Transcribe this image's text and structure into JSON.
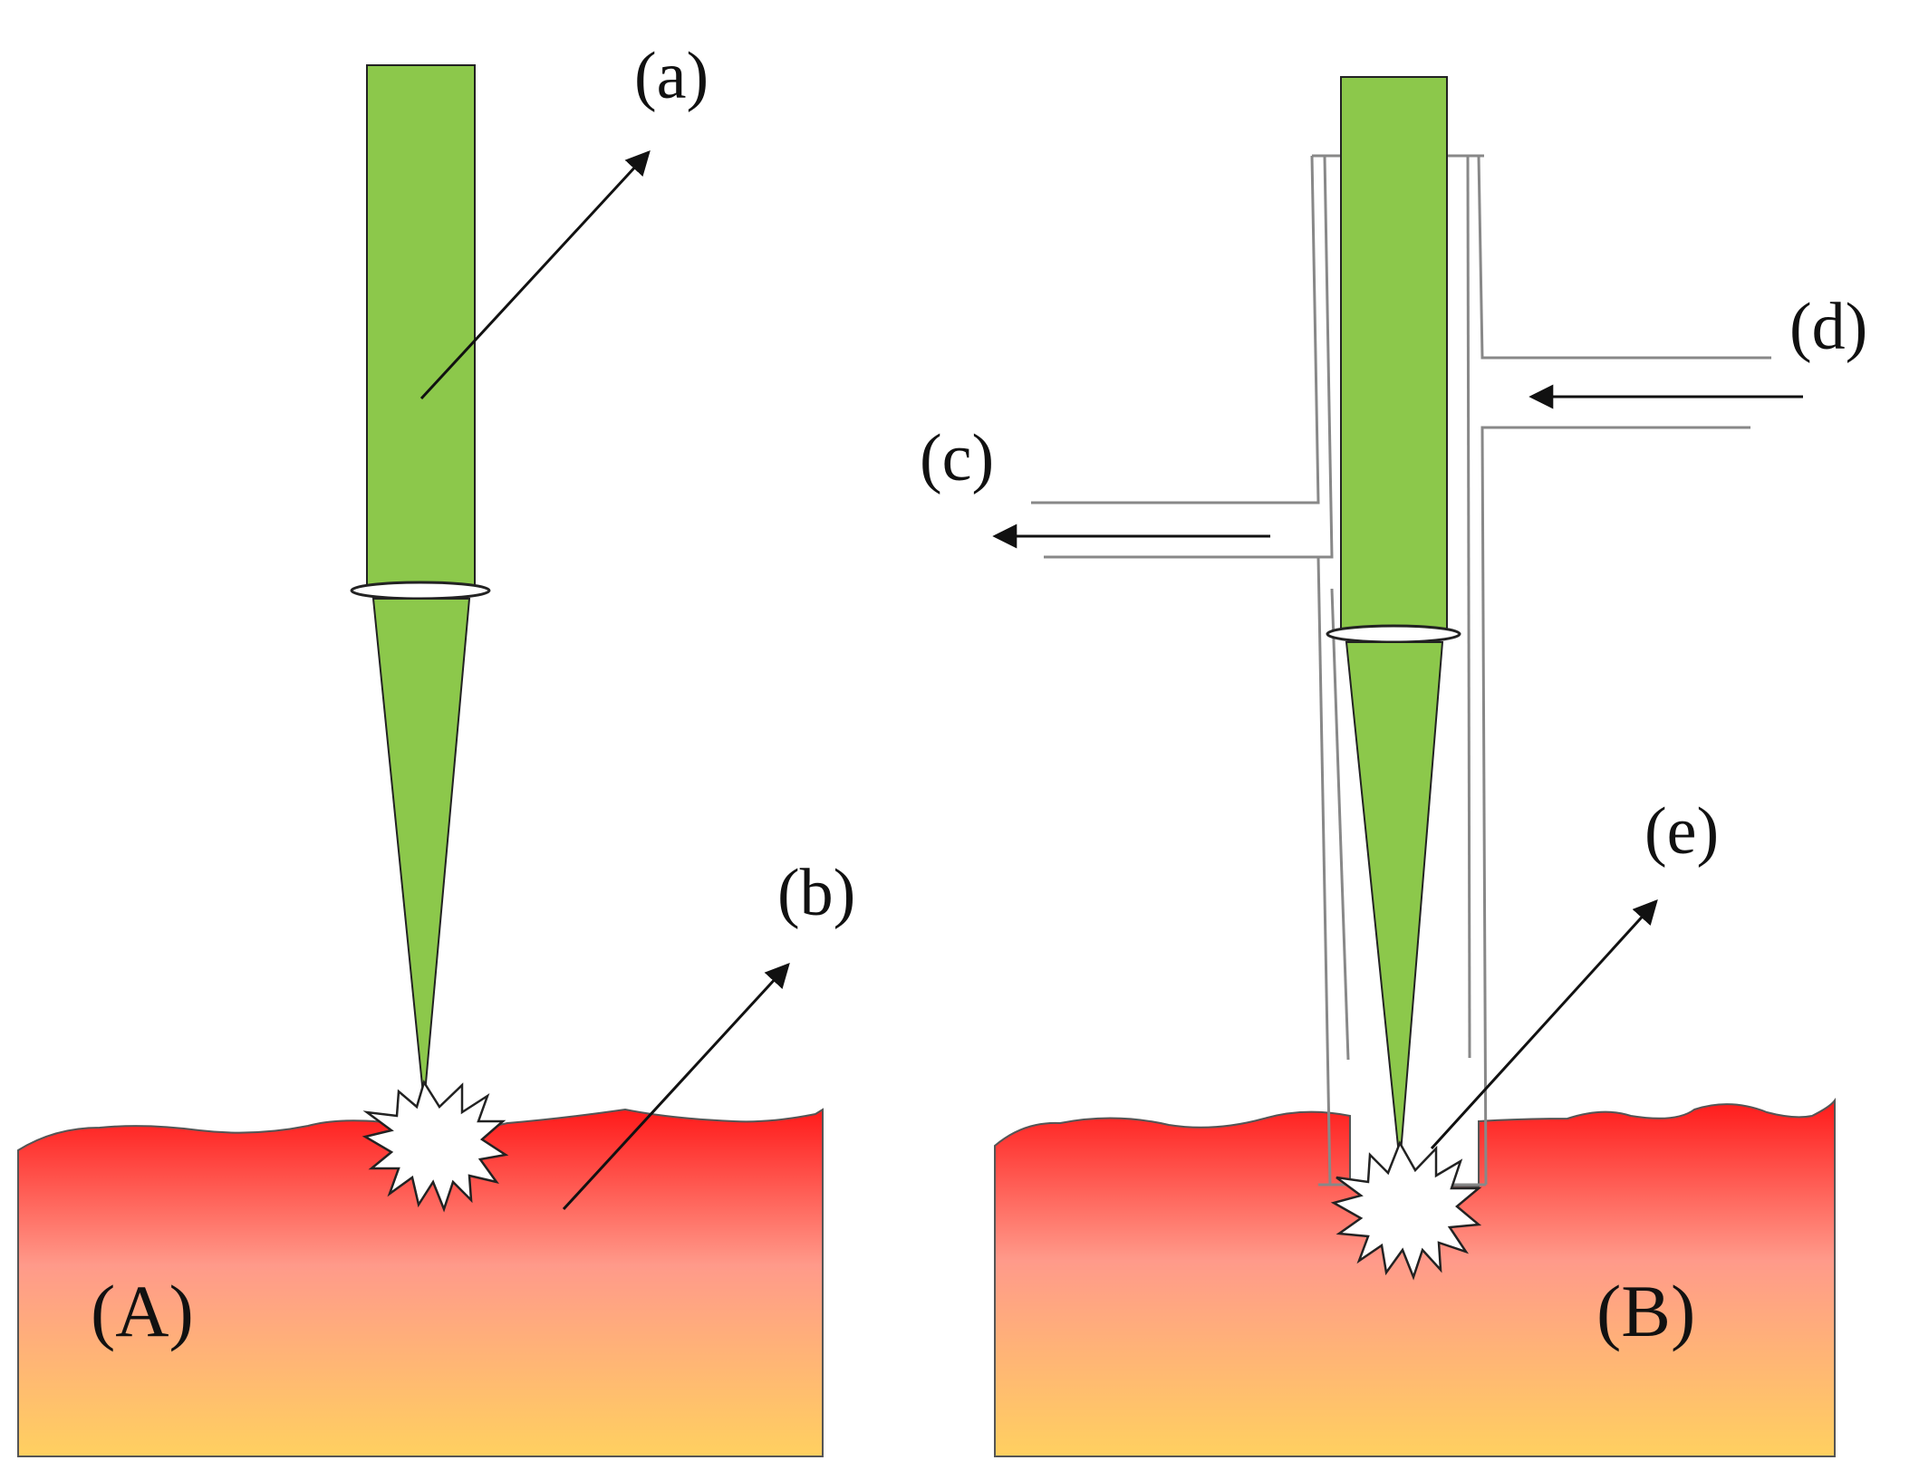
{
  "labels": {
    "a": "(a)",
    "b": "(b)",
    "c": "(c)",
    "d": "(d)",
    "e": "(e)",
    "A": "(A)",
    "B": "(B)"
  },
  "colors": {
    "fiber_green": "#8cc84b",
    "tissue_top": "#ff1a1a",
    "tissue_mid": "#ff9a8a",
    "tissue_bottom": "#ffd060",
    "flash": "#ffffff",
    "outline": "#222222"
  }
}
